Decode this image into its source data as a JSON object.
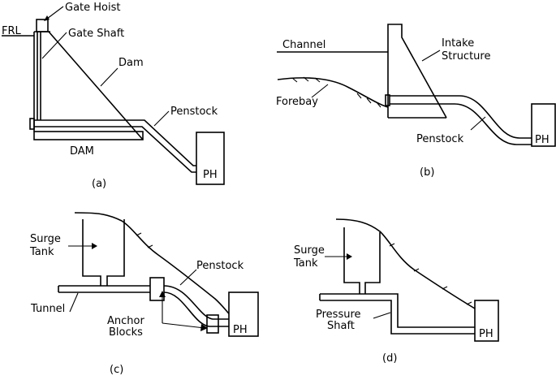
{
  "panels": {
    "a": {
      "caption": "(a)",
      "labels": {
        "gate_hoist": "Gate Hoist",
        "frl": "FRL",
        "gate_shaft": "Gate Shaft",
        "dam": "Dam",
        "penstock": "Penstock",
        "dam_base": "DAM",
        "ph": "PH"
      }
    },
    "b": {
      "caption": "(b)",
      "labels": {
        "channel": "Channel",
        "intake_line1": "Intake",
        "intake_line2": "Structure",
        "forebay": "Forebay",
        "penstock": "Penstock",
        "ph": "PH"
      }
    },
    "c": {
      "caption": "(c)",
      "labels": {
        "surge_line1": "Surge",
        "surge_line2": "Tank",
        "penstock": "Penstock",
        "tunnel": "Tunnel",
        "anchor_line1": "Anchor",
        "anchor_line2": "Blocks",
        "ph": "PH"
      }
    },
    "d": {
      "caption": "(d)",
      "labels": {
        "surge_line1": "Surge",
        "surge_line2": "Tank",
        "pressure_line1": "Pressure",
        "pressure_line2": "Shaft",
        "ph": "PH"
      }
    }
  }
}
